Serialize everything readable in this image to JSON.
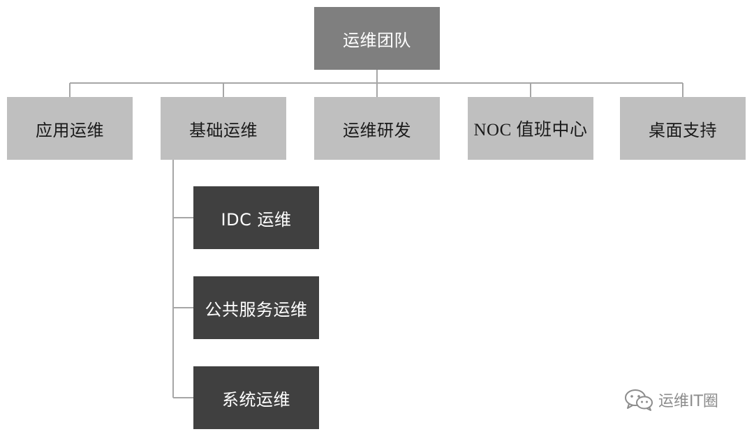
{
  "root": {
    "label": "运维团队"
  },
  "level1": [
    {
      "label": "应用运维"
    },
    {
      "label": "基础运维"
    },
    {
      "label": "运维研发"
    },
    {
      "label": "NOC 值班中心"
    },
    {
      "label": "桌面支持"
    }
  ],
  "level2": [
    {
      "label": "IDC 运维"
    },
    {
      "label": "公共服务运维"
    },
    {
      "label": "系统运维"
    }
  ],
  "watermark": {
    "text": "运维IT圈",
    "icon": "wechat-icon"
  },
  "colors": {
    "root_fill": "#7f7f7f",
    "level1_fill": "#bfbfbf",
    "level2_fill": "#404040",
    "connector": "#a6a6a6"
  }
}
